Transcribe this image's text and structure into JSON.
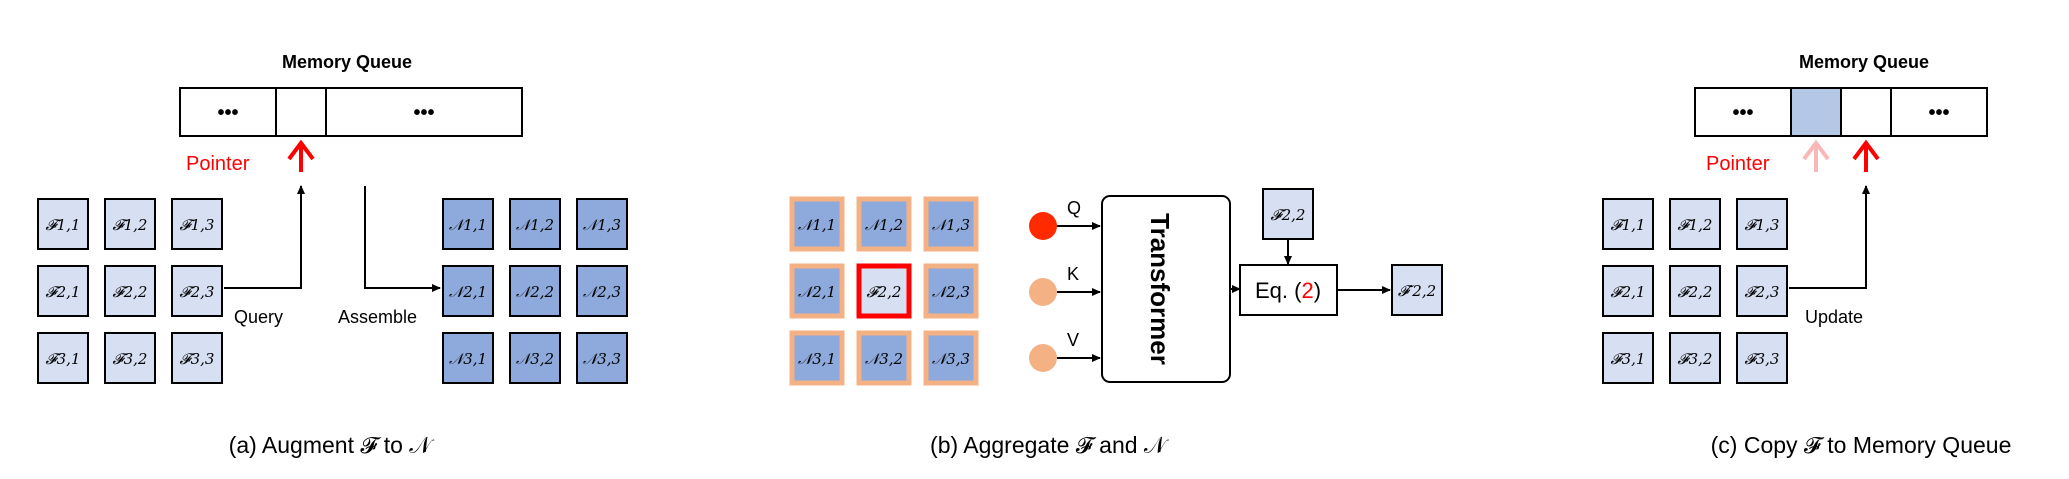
{
  "panel_a": {
    "queue_title": "Memory Queue",
    "queue_cells": [
      "•••",
      "",
      "•••"
    ],
    "pointer_label": "Pointer",
    "query_label": "Query",
    "assemble_label": "Assemble",
    "f_labels": [
      [
        "𝓕1,1",
        "𝓕1,2",
        "𝓕1,3"
      ],
      [
        "𝓕2,1",
        "𝓕2,2",
        "𝓕2,3"
      ],
      [
        "𝓕3,1",
        "𝓕3,2",
        "𝓕3,3"
      ]
    ],
    "n_labels": [
      [
        "𝒩1,1",
        "𝒩1,2",
        "𝒩1,3"
      ],
      [
        "𝒩2,1",
        "𝒩2,2",
        "𝒩2,3"
      ],
      [
        "𝒩3,1",
        "𝒩3,2",
        "𝒩3,3"
      ]
    ],
    "caption": "(a) Augment 𝓕 to 𝒩"
  },
  "panel_b": {
    "grid_labels": [
      [
        "𝒩1,1",
        "𝒩1,2",
        "𝒩1,3"
      ],
      [
        "𝒩2,1",
        "𝓕2,2",
        "𝒩2,3"
      ],
      [
        "𝒩3,1",
        "𝒩3,2",
        "𝒩3,3"
      ]
    ],
    "inputs": [
      "Q",
      "K",
      "V"
    ],
    "transformer_label": "Transformer",
    "f_input_label": "𝓕2,2",
    "eq_prefix": "Eq. (",
    "eq_number": "2",
    "eq_suffix": ")",
    "output_label": "𝓕′2,2",
    "caption": "(b) Aggregate 𝓕 and 𝒩"
  },
  "panel_c": {
    "queue_title": "Memory Queue",
    "queue_cells": [
      "•••",
      "",
      "",
      "•••"
    ],
    "pointer_label": "Pointer",
    "update_label": "Update",
    "f_labels": [
      [
        "𝓕1,1",
        "𝓕1,2",
        "𝓕1,3"
      ],
      [
        "𝓕2,1",
        "𝓕2,2",
        "𝓕2,3"
      ],
      [
        "𝓕3,1",
        "𝓕3,2",
        "𝓕3,3"
      ]
    ],
    "caption": "(c) Copy 𝓕 to Memory Queue"
  },
  "colors": {
    "f_fill": "#d7dff2",
    "n_fill": "#8ea9db",
    "orange_border": "#f4b183",
    "pointer_red": "#ff0000",
    "pointer_faded": "#f9b8b8",
    "queue_highlight": "#b4c7e7",
    "q_dot": "#ff2a00",
    "kv_dot": "#f4b183"
  }
}
